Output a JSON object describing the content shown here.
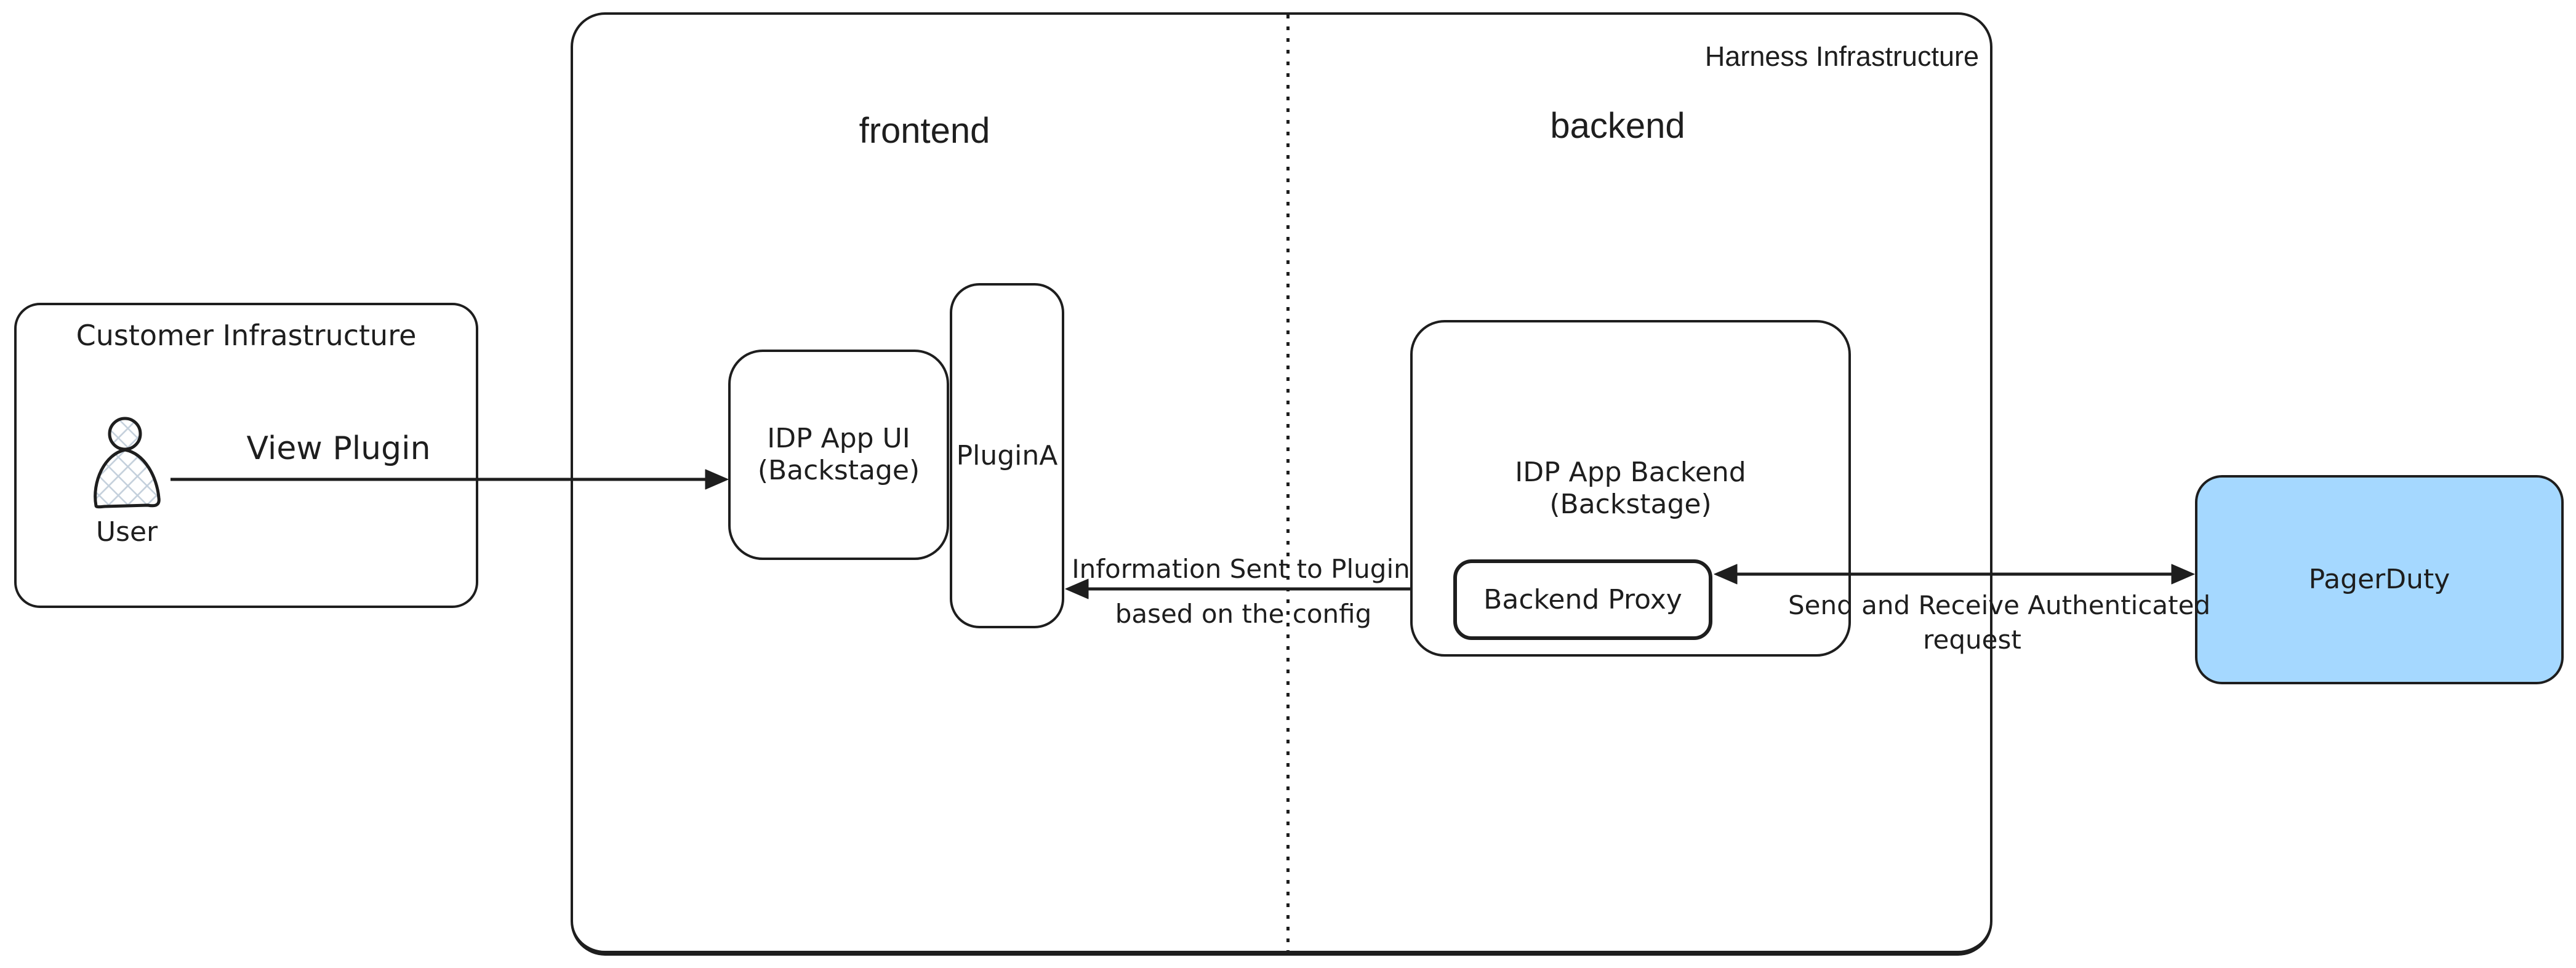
{
  "diagram": {
    "customer": {
      "title": "Customer Infrastructure",
      "user_label": "User"
    },
    "harness": {
      "title": "Harness Infrastructure",
      "frontend_label": "frontend",
      "backend_label": "backend"
    },
    "nodes": {
      "idp_ui": {
        "line1": "IDP App UI",
        "line2": "(Backstage)"
      },
      "plugin_a": {
        "label": "PluginA"
      },
      "idp_backend": {
        "line1": "IDP App Backend",
        "line2": "(Backstage)"
      },
      "backend_proxy": {
        "label": "Backend Proxy"
      },
      "pagerduty": {
        "label": "PagerDuty"
      }
    },
    "arrows": {
      "view_plugin": {
        "label": "View Plugin"
      },
      "info": {
        "line1": "Information Sent to Plugin",
        "line2": "based on the config"
      },
      "auth": {
        "line1": "Send and Receive Authenticated",
        "line2": "request"
      }
    },
    "colors": {
      "stroke": "#1e1e1e",
      "pagerduty_fill": "#a5d8ff",
      "hatch": "#c3cfdb"
    }
  }
}
